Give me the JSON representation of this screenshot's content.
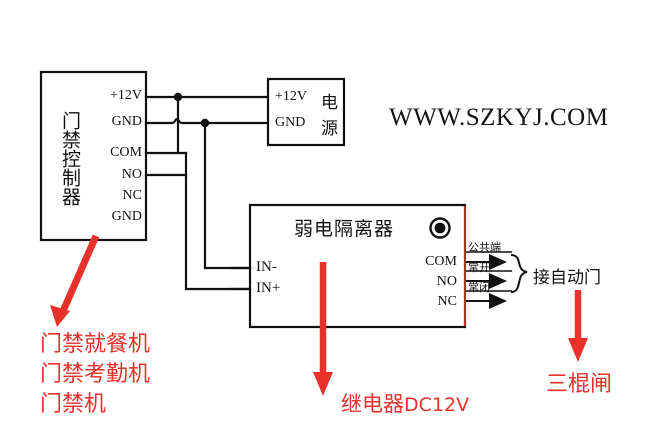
{
  "diagram": {
    "watermark": "WWW.SZKYJ.COM",
    "controller": {
      "title": "门禁控制器",
      "pins": [
        {
          "label": "+12V"
        },
        {
          "label": "GND"
        },
        {
          "label": "COM"
        },
        {
          "label": "NO"
        },
        {
          "label": "NC"
        },
        {
          "label": "GND"
        }
      ]
    },
    "power_supply": {
      "pin_positive": "+12V",
      "pin_ground": "GND",
      "name_line1": "电",
      "name_line2": "源"
    },
    "isolator": {
      "title": "弱电隔离器",
      "inputs": [
        {
          "label": "IN-"
        },
        {
          "label": "IN+"
        }
      ],
      "outputs": [
        {
          "label": "COM",
          "cn": "公共端"
        },
        {
          "label": "NO",
          "cn": "常开"
        },
        {
          "label": "NC",
          "cn": "常闭"
        }
      ],
      "indicator": "led-indicator"
    },
    "auto_door_label": "接自动门",
    "annotations": {
      "left_device_lines": [
        "门禁就餐机",
        "门禁考勤机",
        "门禁机"
      ],
      "relay": "继电器",
      "relay_voltage": "DC12V",
      "turnstile": "三棍闸"
    },
    "colors": {
      "red": "#e8312a",
      "wire": "#111111",
      "box_border": "#111111"
    }
  }
}
